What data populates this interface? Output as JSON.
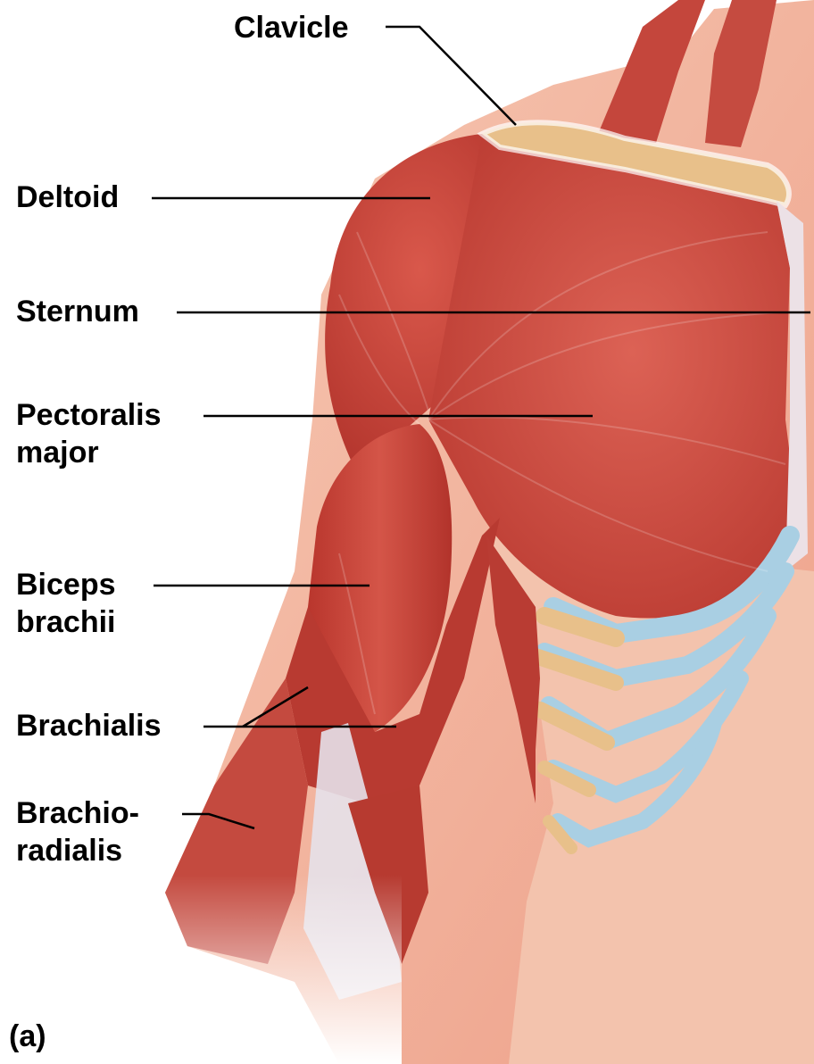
{
  "figure": {
    "panel_label": "(a)",
    "labels": {
      "clavicle": "Clavicle",
      "deltoid": "Deltoid",
      "sternum": "Sternum",
      "pectoralis": [
        "Pectoralis",
        "major"
      ],
      "biceps": [
        "Biceps",
        "brachii"
      ],
      "brachialis": "Brachialis",
      "brachioradialis": [
        "Brachio-",
        "radialis"
      ]
    }
  },
  "colors": {
    "muscle": "#c9473f",
    "muscle_dark": "#a8302b",
    "muscle_light": "#dd6a5e",
    "skin": "#f2b8a0",
    "skin_light": "#f8d3c2",
    "bone": "#e8c08a",
    "cartilage": "#a9cfe3",
    "tendon": "#e4e0e8",
    "leader": "#000000"
  }
}
